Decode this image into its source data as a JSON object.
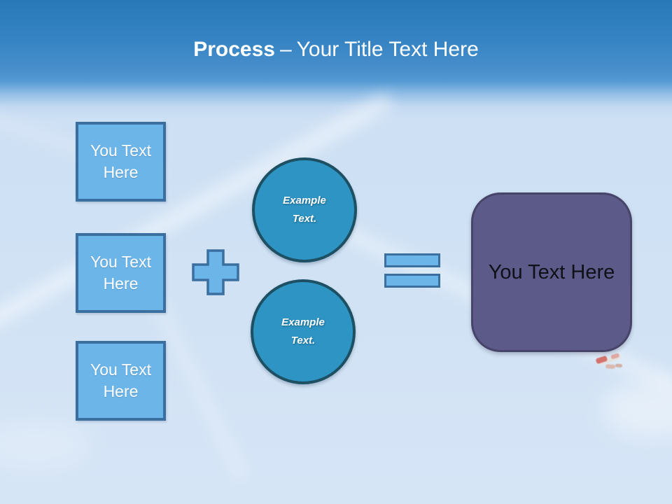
{
  "theme_colors": {
    "header-blue-top": "#2878b8",
    "header-blue-mid": "#488fcb",
    "sky-light": "#cee0f4",
    "sky-bottom": "#d6e5f6",
    "shape-blue-fill": "#6cb5e8",
    "shape-blue-border": "#3a6f9f",
    "circle-fill": "#2e94c4",
    "circle-border": "#1e5064",
    "purple-fill": "#5c5a88",
    "purple-border": "#47446a",
    "title-color": "#ffffff",
    "box-text-color": "#ffffff",
    "result-text-color": "#101018"
  },
  "slide": {
    "title": {
      "lead": "Process",
      "separator": "–",
      "rest": "Your Title Text Here"
    },
    "input_boxes": [
      {
        "label": "You Text Here"
      },
      {
        "label": "You Text Here"
      },
      {
        "label": "You Text Here"
      }
    ],
    "operators": {
      "plus": "plus-icon",
      "equals": "equals-icon"
    },
    "example_circles": [
      {
        "label": "Example Text."
      },
      {
        "label": "Example Text."
      }
    ],
    "result_box": {
      "label": "You Text Here"
    }
  }
}
